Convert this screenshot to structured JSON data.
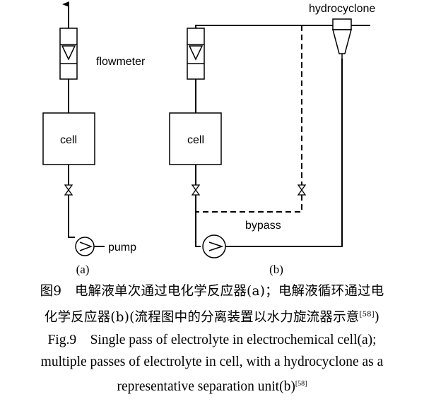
{
  "diagram_a": {
    "flowmeter_label": "flowmeter",
    "cell_label": "cell",
    "pump_label": "pump",
    "sublabel": "(a)"
  },
  "diagram_b": {
    "hydrocyclone_label": "hydrocyclone",
    "cell_label": "cell",
    "bypass_label": "bypass",
    "sublabel": "(b)"
  },
  "caption": {
    "zh_line1": "图9　电解液单次通过电化学反应器(a)；电解液循环通过电",
    "zh_line2_text": "化学反应器(b)(流程图中的分离装置以水力旋流器示意",
    "zh_line2_ref": "[58]",
    "zh_line2_end": ")",
    "en_line1": "Fig.9　Single pass of electrolyte in electrochemical cell(a);",
    "en_line2": "multiple passes of electrolyte in cell, with a hydrocyclone as a",
    "en_line3_text": "representative separation unit(b)",
    "en_line3_ref": "[58]"
  }
}
